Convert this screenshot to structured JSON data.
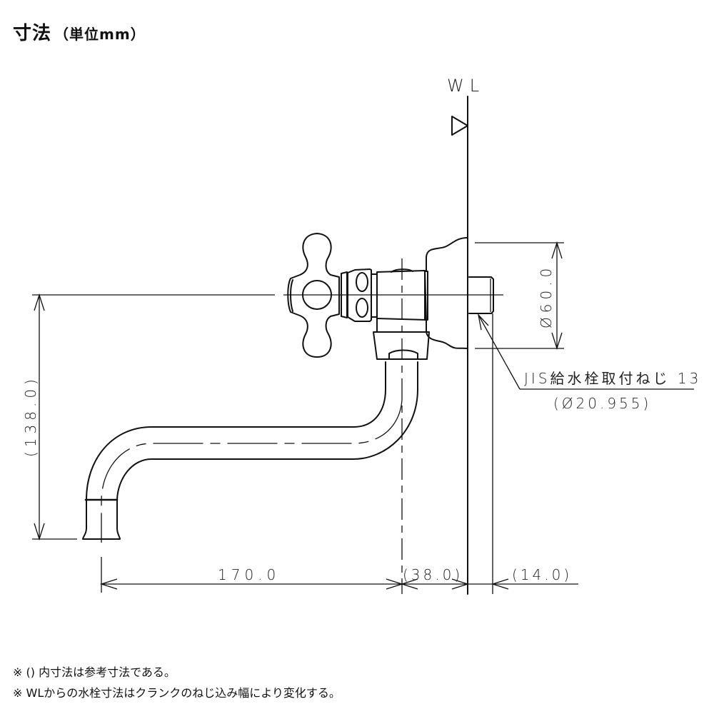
{
  "title": {
    "main": "寸法",
    "unit": "（単位mm）"
  },
  "wall_label": "WL",
  "dimensions": {
    "height_total": "(138.0)",
    "spout_reach": "170.0",
    "body_to_wall": "(38.0)",
    "thread_length": "(14.0)",
    "flange_diameter": "Ø60.0"
  },
  "callout": {
    "label": "JIS給水栓取付ねじ 13",
    "sub": "(Ø20.955)"
  },
  "notes": [
    "※ () 内寸法は参考寸法である。",
    "※ WLからの水栓寸法はクランクのねじ込み幅により変化する。"
  ]
}
